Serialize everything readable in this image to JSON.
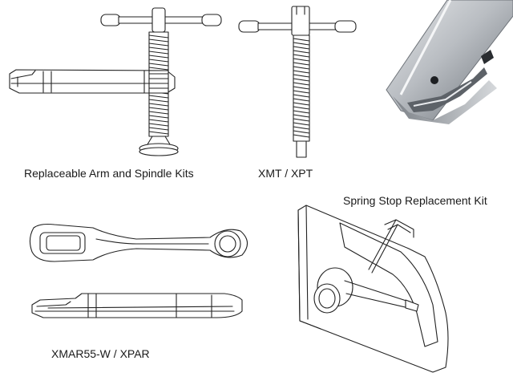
{
  "captions": {
    "arm_spindle": "Replaceable Arm and Spindle Kits",
    "xmt_xpt": "XMT / XPT",
    "spring_stop": "Spring Stop Replacement Kit",
    "xmar": "XMAR55-W / XPAR"
  },
  "illustrations": [
    {
      "name": "arm-and-spindle-kit-drawing"
    },
    {
      "name": "xmt-xpt-spindle-drawing"
    },
    {
      "name": "spring-stop-photo"
    },
    {
      "name": "xmar-arm-drawing"
    },
    {
      "name": "spring-stop-kit-drawing"
    }
  ]
}
